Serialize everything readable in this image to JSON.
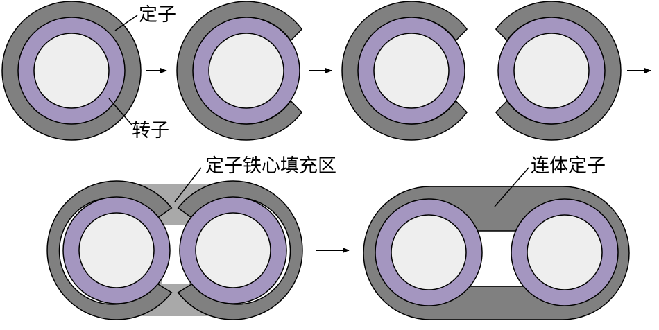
{
  "labels": {
    "stator": "定子",
    "rotor": "转子",
    "stator_core_fill_region": "定子铁心填充区",
    "connected_stator": "连体定子"
  },
  "colors": {
    "stator": "#808080",
    "rotor": "#a496c0",
    "bore": "#eeeeee",
    "fill_region": "#a9a9a9",
    "outline": "#000000"
  }
}
